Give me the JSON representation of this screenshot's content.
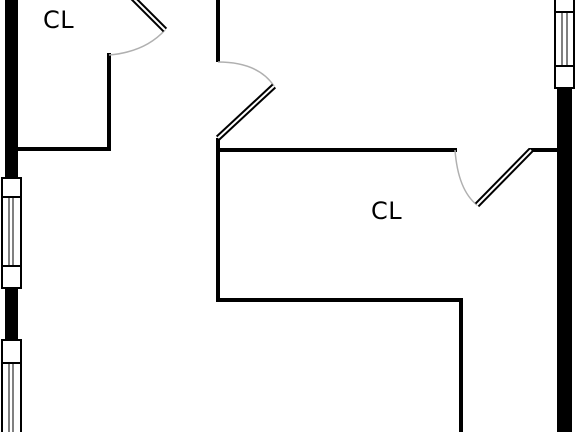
{
  "plan": {
    "rooms": [
      {
        "id": "closet-top-left",
        "label": "CL"
      },
      {
        "id": "closet-center-right",
        "label": "CL"
      }
    ]
  },
  "colors": {
    "wall": "#000000",
    "door_swing": "#b0b0b0",
    "window_frame": "#000000",
    "background": "#ffffff"
  }
}
